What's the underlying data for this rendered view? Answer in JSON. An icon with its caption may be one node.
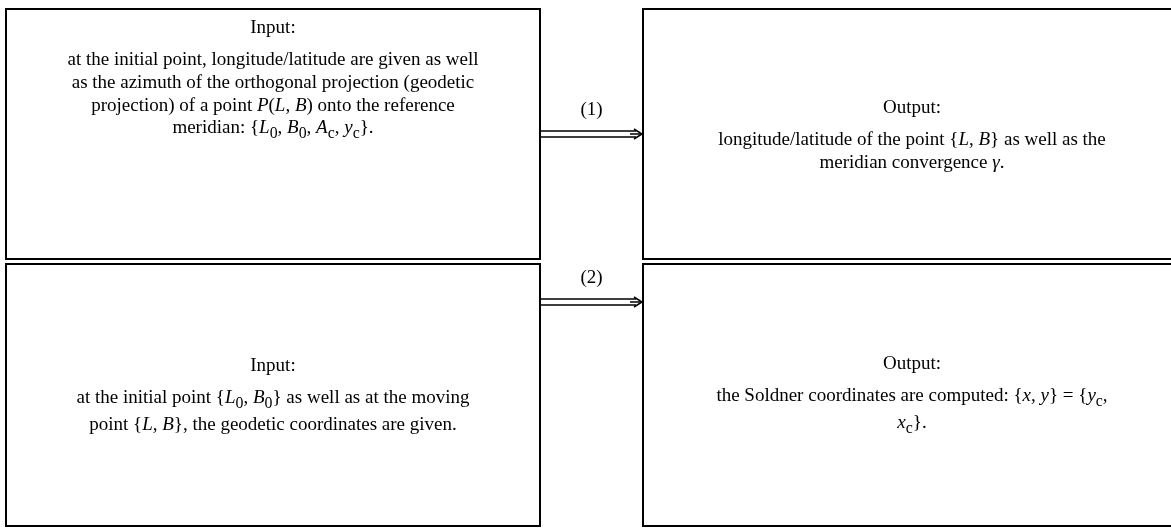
{
  "diagram": {
    "nodes": [
      {
        "text": [
          "Input:",
          "at the initial point, longitude/latitude are given as well as the azimuth of the orthogonal projection (geodetic projection) of a point *P*(*L*, *B*) onto the reference meridian: {*L*$_{0}$, *B*$_{0}$, *A*$_{c}$, *y*$_{c}$}."
        ]
      },
      {
        "text": [
          "Output:",
          "longitude/latitude of the point {*L*, *B*} as well as the meridian convergence *γ*."
        ]
      },
      {
        "text": [
          "Input:",
          "at the initial point {*L*$_{0}$, *B*$_{0}$} as well as at the moving point {*L*, *B*}, the geodetic coordinates are given."
        ]
      },
      {
        "text": [
          "Output:",
          "the Soldner coordinates are computed: {*x*, *y*} = {*y*$_{c}$, *x*$_{c}$}."
        ]
      }
    ],
    "edges": [
      {
        "from": 0,
        "to": 1,
        "arrow": "to",
        "label": "(1)"
      },
      {
        "from": 2,
        "to": 3,
        "arrow": "to",
        "label": "(2)"
      }
    ]
  }
}
